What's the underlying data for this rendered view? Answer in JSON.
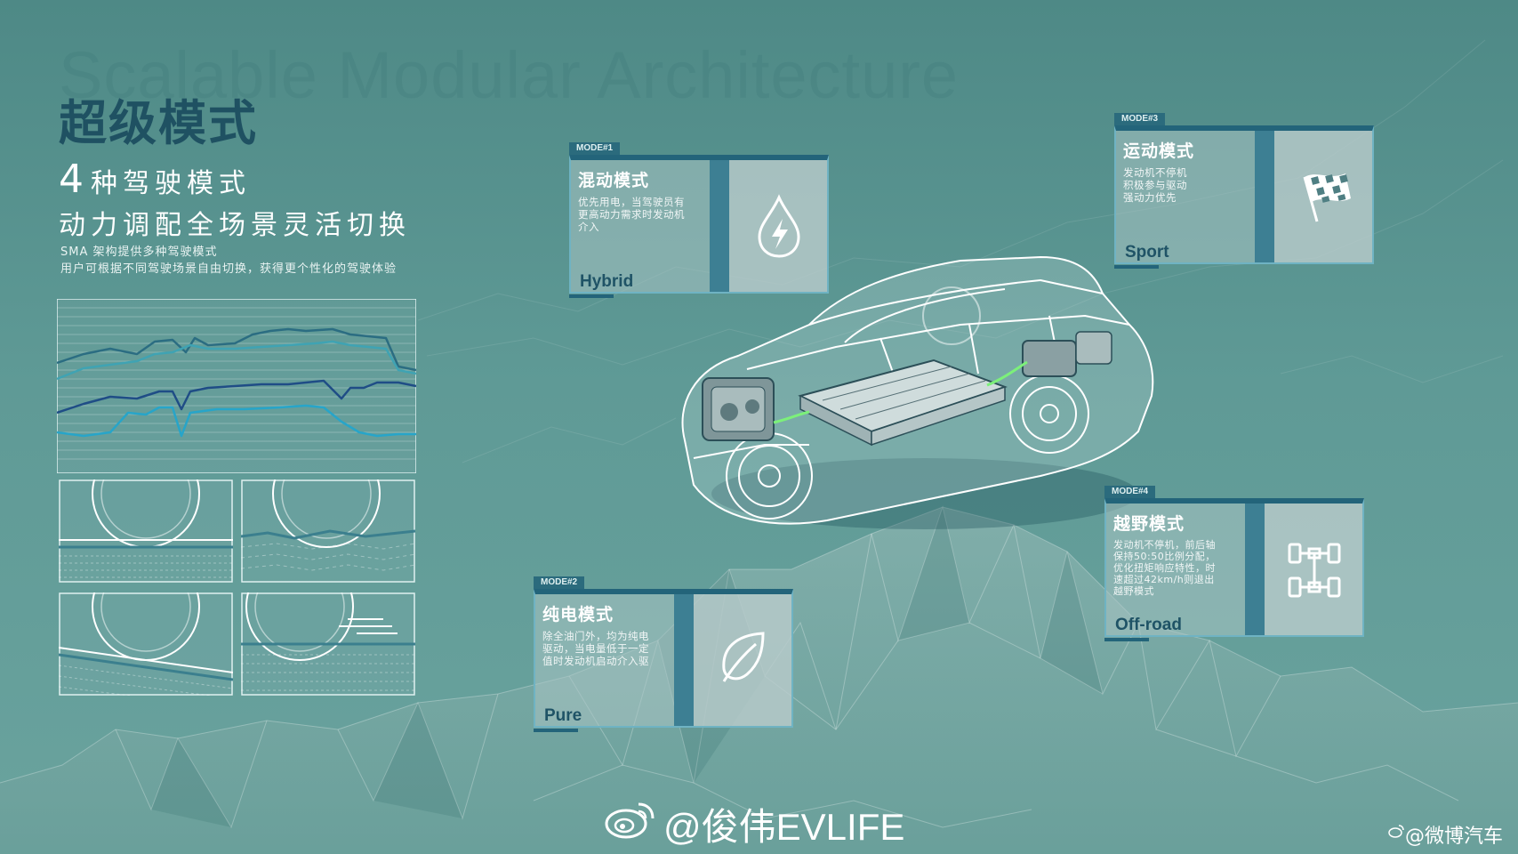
{
  "page": {
    "watermark_title": "Scalable Modular Architecture",
    "title": "超级模式",
    "subtitle_number": "4",
    "subtitle_line1_rest": "种驾驶模式",
    "subtitle_line2": "动力调配全场景灵活切换",
    "desc_line1": "SMA 架构提供多种驾驶模式",
    "desc_line2": "用户可根据不同驾驶场景自由切换，获得更个性化的驾驶体验"
  },
  "colors": {
    "background": "#5f9a96",
    "title": "#1f5162",
    "accent_dark": "#23647a",
    "accent_light": "#6fb3c3",
    "english_label": "#1f5366",
    "highlight_green": "#7cf07a"
  },
  "modes": [
    {
      "tag": "MODE#1",
      "title": "混动模式",
      "desc": [
        "优先用电，当驾驶员有",
        "更高动力需求时发动机",
        "介入"
      ],
      "english": "Hybrid",
      "icon": "electric-drop-icon"
    },
    {
      "tag": "MODE#2",
      "title": "纯电模式",
      "desc": [
        "除全油门外，均为纯电",
        "驱动，当电量低于一定",
        "值时发动机启动介入驱"
      ],
      "english": "Pure",
      "icon": "leaf-icon"
    },
    {
      "tag": "MODE#3",
      "title": "运动模式",
      "desc": [
        "发动机不停机",
        "积极参与驱动",
        "强动力优先"
      ],
      "english": "Sport",
      "icon": "checkered-flag-icon"
    },
    {
      "tag": "MODE#4",
      "title": "越野模式",
      "desc": [
        "发动机不停机，前后轴",
        "保持50:50比例分配，",
        "优化扭矩响应特性，时",
        "速超过42km/h则退出",
        "越野模式"
      ],
      "english": "Off-road",
      "icon": "drivetrain-icon"
    }
  ],
  "footer": {
    "watermark_main": "@俊伟EVLIFE",
    "watermark_small": "@微博汽车"
  }
}
